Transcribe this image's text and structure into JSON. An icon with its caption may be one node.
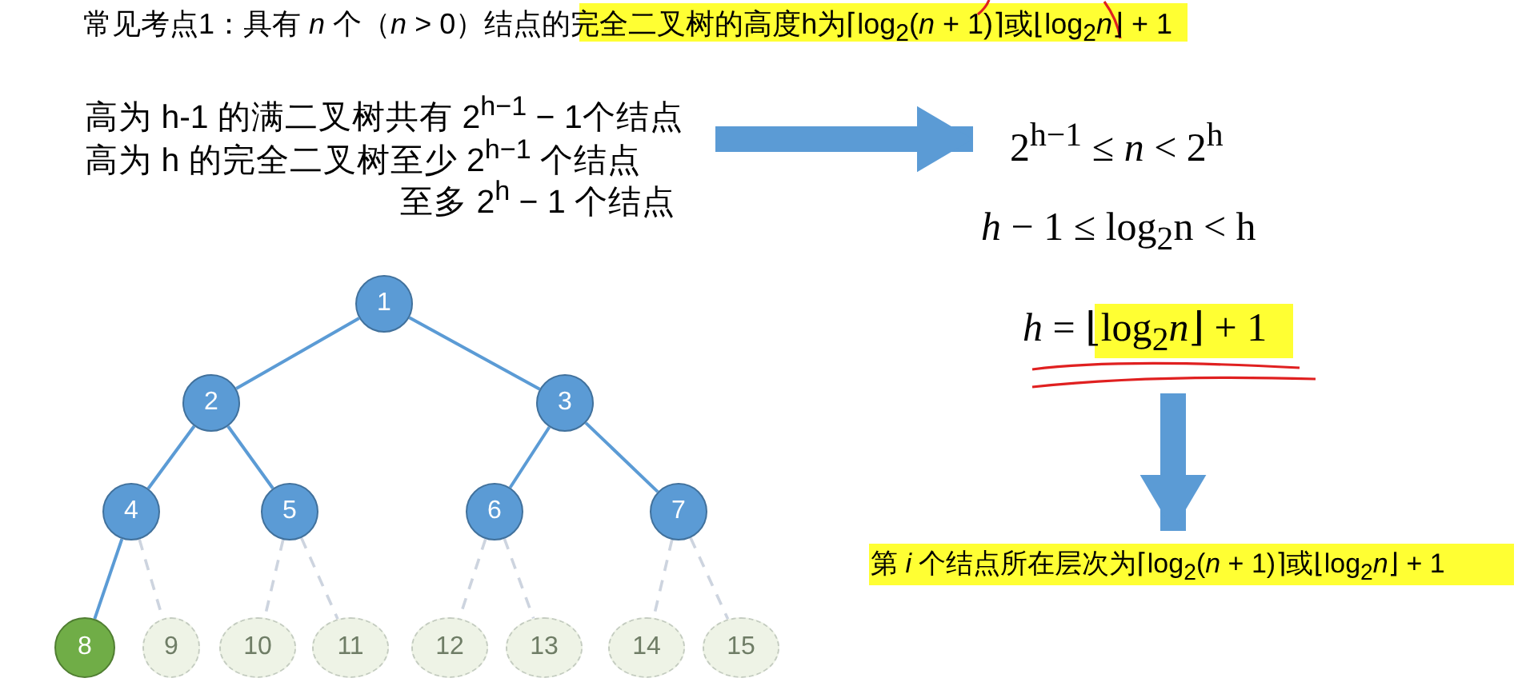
{
  "diagram": {
    "title": "常见考点1：具有 *n* 个（*n* > 0）结点的完全二叉树的高度h为⌈log$_{2}$(*n* + 1)⌉或⌊log$_{2}$*n*⌋ + 1",
    "nodes": [
      {
        "text": [
          "1"
        ]
      },
      {
        "text": [
          "2"
        ]
      },
      {
        "text": [
          "3"
        ]
      },
      {
        "text": [
          "4"
        ]
      },
      {
        "text": [
          "5"
        ]
      },
      {
        "text": [
          "6"
        ]
      },
      {
        "text": [
          "7"
        ]
      },
      {
        "text": [
          "8"
        ]
      },
      {
        "text": [
          "9"
        ]
      },
      {
        "text": [
          "10"
        ]
      },
      {
        "text": [
          "11"
        ]
      },
      {
        "text": [
          "12"
        ]
      },
      {
        "text": [
          "13"
        ]
      },
      {
        "text": [
          "14"
        ]
      },
      {
        "text": [
          "15"
        ]
      },
      {
        "text": [
          "高为 h-1 的满二叉树共有 2$^{h−1}$ − 1个结点",
          "高为 h 的完全二叉树至少 2$^{h−1}$ 个结点",
          "至多 2$^{h}$ − 1 个结点"
        ]
      },
      {
        "text": [
          "2$^{h−1}$ ≤ *n* < 2$^{h}$",
          "*h* − 1 ≤ log$_{2}$n < h",
          "*h* = ⌊log$_{2}$*n*⌋ + 1"
        ]
      },
      {
        "text": [
          "第 *i* 个结点所在层次为⌈log$_{2}$(*n* + 1)⌉或⌊log$_{2}$*n*⌋ + 1"
        ]
      }
    ],
    "edges": [
      {
        "from": 0,
        "to": 1,
        "arrow": "none"
      },
      {
        "from": 0,
        "to": 2,
        "arrow": "none"
      },
      {
        "from": 1,
        "to": 3,
        "arrow": "none"
      },
      {
        "from": 1,
        "to": 4,
        "arrow": "none"
      },
      {
        "from": 2,
        "to": 5,
        "arrow": "none"
      },
      {
        "from": 2,
        "to": 6,
        "arrow": "none"
      },
      {
        "from": 3,
        "to": 7,
        "arrow": "none"
      },
      {
        "from": 3,
        "to": 8,
        "arrow": "none",
        "style": "dashed",
        "color": "#cdd4df"
      },
      {
        "from": 4,
        "to": 9,
        "arrow": "none",
        "style": "dashed",
        "color": "#cdd4df"
      },
      {
        "from": 4,
        "to": 10,
        "arrow": "none",
        "style": "dashed",
        "color": "#cdd4df"
      },
      {
        "from": 5,
        "to": 11,
        "arrow": "none",
        "style": "dashed",
        "color": "#cdd4df"
      },
      {
        "from": 5,
        "to": 12,
        "arrow": "none",
        "style": "dashed",
        "color": "#cdd4df"
      },
      {
        "from": 6,
        "to": 13,
        "arrow": "none",
        "style": "dashed",
        "color": "#cdd4df"
      },
      {
        "from": 6,
        "to": 14,
        "arrow": "none",
        "style": "dashed",
        "color": "#cdd4df"
      },
      {
        "from": 15,
        "to": 16,
        "arrow": "to",
        "style": "thick"
      },
      {
        "from": 16,
        "to": 17,
        "arrow": "to",
        "style": "thick"
      }
    ]
  }
}
